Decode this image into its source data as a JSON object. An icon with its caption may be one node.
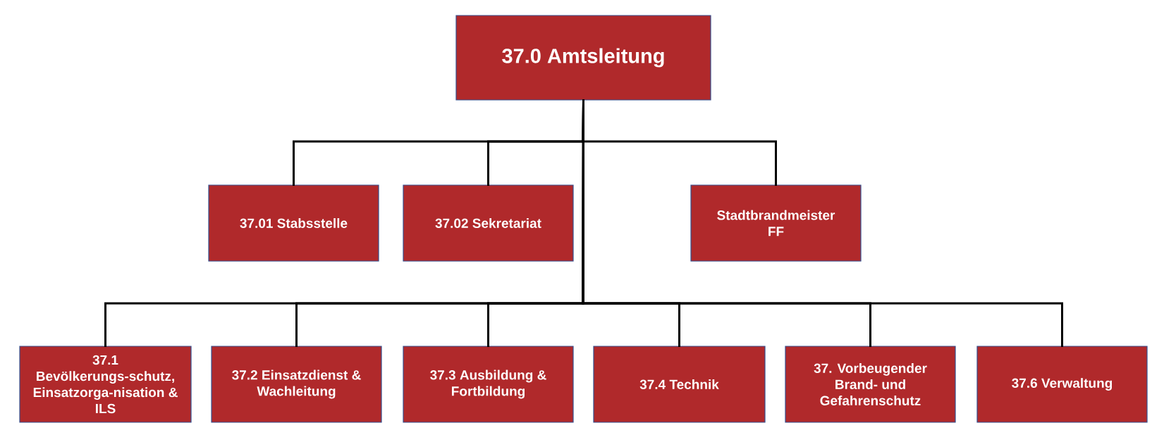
{
  "diagram": {
    "nodes": [
      {
        "text": [
          "37.0 Amtsleitung"
        ]
      },
      {
        "text": [
          "37.01 Stabsstelle"
        ]
      },
      {
        "text": [
          "37.02 Sekretariat"
        ]
      },
      {
        "text": [
          "Stadtbrandmeister FF"
        ]
      },
      {
        "text": [
          "37.1 Bevölkerungs-schutz, Einsatzorga-nisation & ILS"
        ]
      },
      {
        "text": [
          "37.2 Einsatzdienst & Wachleitung"
        ]
      },
      {
        "text": [
          "37.3 Ausbildung & Fortbildung"
        ]
      },
      {
        "text": [
          "37.4 Technik"
        ]
      },
      {
        "text": [
          "37. Vorbeugender Brand- und Gefahrenschutz"
        ]
      },
      {
        "text": [
          "37.6 Verwaltung"
        ]
      }
    ],
    "edges": [
      {
        "from": 0,
        "to": 1,
        "arrow": "none"
      },
      {
        "from": 0,
        "to": 2,
        "arrow": "none"
      },
      {
        "from": 0,
        "to": 3,
        "arrow": "none"
      },
      {
        "from": 0,
        "to": 4,
        "arrow": "none"
      },
      {
        "from": 0,
        "to": 5,
        "arrow": "none"
      },
      {
        "from": 0,
        "to": 6,
        "arrow": "none"
      },
      {
        "from": 0,
        "to": 7,
        "arrow": "none"
      },
      {
        "from": 0,
        "to": 8,
        "arrow": "none"
      },
      {
        "from": 0,
        "to": 9,
        "arrow": "none"
      }
    ]
  }
}
